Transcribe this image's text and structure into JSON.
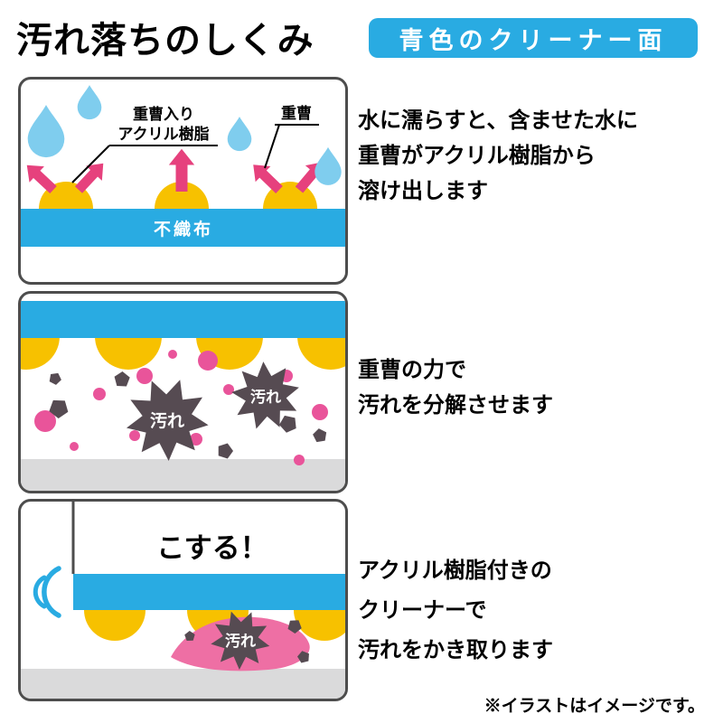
{
  "header": {
    "title": "汚れ落ちのしくみ",
    "badge": "青色のクリーナー面"
  },
  "step1": {
    "label_resin_line1": "重曹入り",
    "label_resin_line2": "アクリル樹脂",
    "label_soda": "重曹",
    "label_fabric": "不織布",
    "description": [
      "水に濡らすと、含ませた水に",
      "重曹がアクリル樹脂から",
      "溶け出します"
    ]
  },
  "step2": {
    "label_dirt": "汚れ",
    "description": [
      "重曹の力で",
      "汚れを分解させます"
    ]
  },
  "step3": {
    "label_scrub": "こする！",
    "label_dirt": "汚れ",
    "description": [
      "アクリル樹脂付きの",
      "クリーナーで",
      "汚れをかき取ります"
    ]
  },
  "footnote": "※イラストはイメージです。",
  "colors": {
    "brand_blue": "#29abe2",
    "water_blue": "#7fcdee",
    "resin_yellow": "#f7c100",
    "arrow_magenta": "#e6417d",
    "soda_pink": "#e9549a",
    "smear_pink": "#ee6fa4",
    "dirt_dark": "#564b52",
    "floor_gray": "#dadadb"
  }
}
